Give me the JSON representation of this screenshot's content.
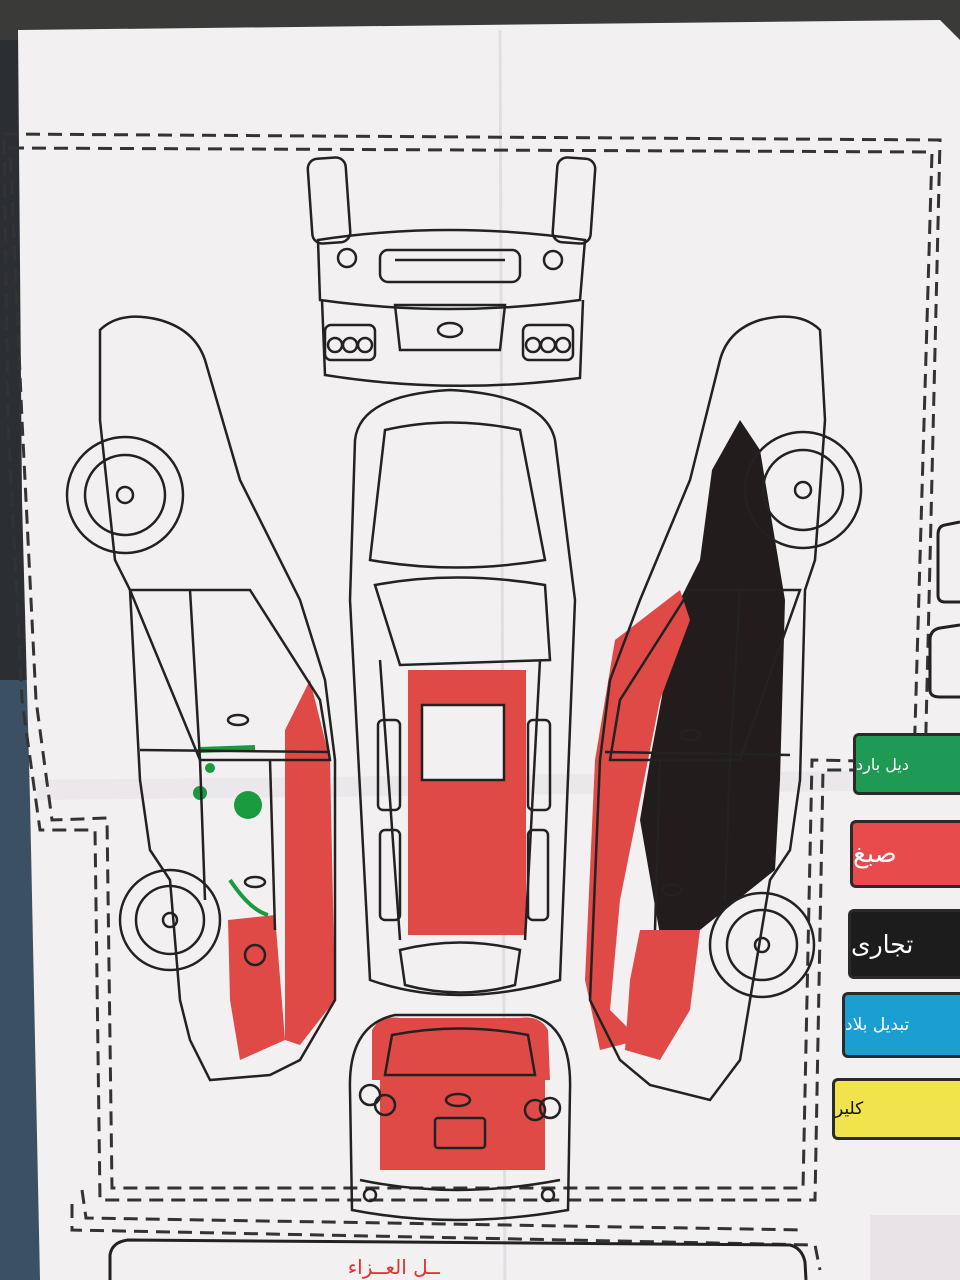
{
  "legend": {
    "items": [
      {
        "key": "hard_replacement",
        "label": "تبديل بارد",
        "color": "#1e9a55",
        "visible_text": "ديل بارد"
      },
      {
        "key": "paint",
        "label": "صبغ",
        "color": "#e84b4b",
        "visible_text": "صبغ"
      },
      {
        "key": "commercial",
        "label": "تجاري",
        "color": "#1c1c1c",
        "visible_text": "تجارى"
      },
      {
        "key": "country_replacement",
        "label": "تبديل بلاد",
        "color": "#1a9fd0",
        "visible_text": "تبديل بلاد"
      },
      {
        "key": "clear",
        "label": "كلير",
        "color": "#f1e34b",
        "visible_text": "كلير"
      }
    ]
  },
  "footer_partial_text": "ــل العــزاء",
  "colors": {
    "paper": "#f3f0f2",
    "paint_red": "#e04a46",
    "black_mark": "#231c1c",
    "green_mark": "#1a9a3f",
    "line": "#222222"
  },
  "diagram": {
    "views": [
      "front",
      "left-side",
      "top",
      "right-side",
      "rear"
    ],
    "icons": [
      "car-front-view",
      "car-left-side-view",
      "car-top-view",
      "car-right-side-view",
      "car-rear-view"
    ]
  }
}
